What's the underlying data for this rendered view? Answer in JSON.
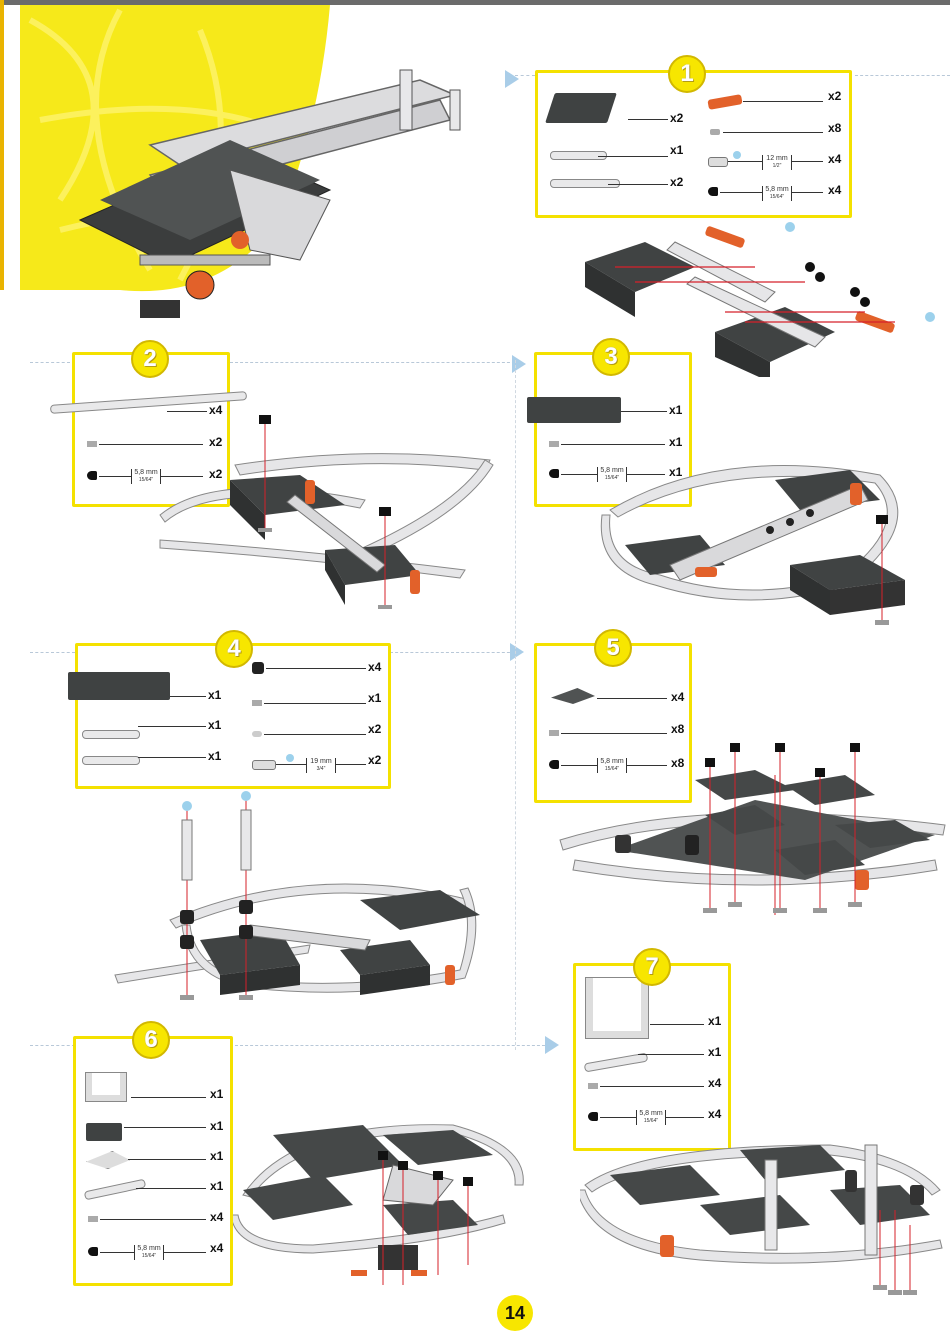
{
  "page": {
    "number": "14"
  },
  "colors": {
    "yellow": "#f7e600",
    "dark_plate": "#3f4242",
    "orange": "#e2612a",
    "rod_red": "#d5202a"
  },
  "steps": [
    {
      "number": "1",
      "parts": [
        {
          "icon": "dark-u-plate-icon",
          "qty": "x2"
        },
        {
          "icon": "short-strip-icon",
          "qty": "x1"
        },
        {
          "icon": "long-strip-icon",
          "qty": "x2"
        },
        {
          "icon": "orange-coupler-icon",
          "qty": "x2"
        },
        {
          "icon": "nut-icon",
          "qty": "x8"
        },
        {
          "icon": "bolt-12mm-icon",
          "qty": "x4",
          "size_top": "12 mm",
          "size_bottom": "1/2\""
        },
        {
          "icon": "screw-5-8mm-icon",
          "qty": "x4",
          "size_top": "5,8 mm",
          "size_bottom": "15/64\""
        }
      ]
    },
    {
      "number": "2",
      "parts": [
        {
          "icon": "curved-strip-icon",
          "qty": "x4"
        },
        {
          "icon": "nut-icon",
          "qty": "x2"
        },
        {
          "icon": "screw-5-8mm-icon",
          "qty": "x2",
          "size_top": "5,8 mm",
          "size_bottom": "15/64\""
        }
      ]
    },
    {
      "number": "3",
      "parts": [
        {
          "icon": "dark-u-plate-icon",
          "qty": "x1"
        },
        {
          "icon": "nut-icon",
          "qty": "x1"
        },
        {
          "icon": "screw-5-8mm-icon",
          "qty": "x1",
          "size_top": "5,8 mm",
          "size_bottom": "15/64\""
        }
      ]
    },
    {
      "number": "4",
      "parts": [
        {
          "icon": "dark-u-plate-icon",
          "qty": "x1"
        },
        {
          "icon": "short-strip-icon",
          "qty": "x1"
        },
        {
          "icon": "angle-strip-icon",
          "qty": "x1"
        },
        {
          "icon": "spacer-icon",
          "qty": "x4"
        },
        {
          "icon": "nut-icon",
          "qty": "x1"
        },
        {
          "icon": "washer-icon",
          "qty": "x2"
        },
        {
          "icon": "bolt-19mm-icon",
          "qty": "x2",
          "size_top": "19 mm",
          "size_bottom": "3/4\""
        }
      ]
    },
    {
      "number": "5",
      "parts": [
        {
          "icon": "triangle-plate-icon",
          "qty": "x4"
        },
        {
          "icon": "nut-icon",
          "qty": "x8"
        },
        {
          "icon": "screw-5-8mm-icon",
          "qty": "x8",
          "size_top": "5,8 mm",
          "size_bottom": "15/64\""
        }
      ]
    },
    {
      "number": "6",
      "parts": [
        {
          "icon": "u-bracket-icon",
          "qty": "x1"
        },
        {
          "icon": "dark-block-icon",
          "qty": "x1"
        },
        {
          "icon": "triangle-plate-icon",
          "qty": "x1"
        },
        {
          "icon": "strip-icon",
          "qty": "x1"
        },
        {
          "icon": "nut-icon",
          "qty": "x4"
        },
        {
          "icon": "screw-5-8mm-icon",
          "qty": "x4",
          "size_top": "5,8 mm",
          "size_bottom": "15/64\""
        }
      ]
    },
    {
      "number": "7",
      "parts": [
        {
          "icon": "u-bracket-icon",
          "qty": "x1"
        },
        {
          "icon": "strip-icon",
          "qty": "x1"
        },
        {
          "icon": "nut-icon",
          "qty": "x4"
        },
        {
          "icon": "screw-5-8mm-icon",
          "qty": "x4",
          "size_top": "5,8 mm",
          "size_bottom": "15/64\""
        }
      ]
    }
  ]
}
